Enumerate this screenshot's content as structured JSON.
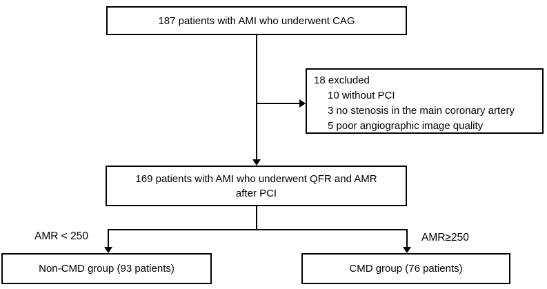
{
  "figure": {
    "type": "patient-flow-diagram",
    "background_color": "#ffffff",
    "line_color": "#000000",
    "nodes": {
      "enrollment": {
        "text": "187 patients with AMI who underwent CAG"
      },
      "excluded": {
        "title": "18 excluded",
        "items": [
          "10 without PCI",
          "3 no stenosis in the main coronary artery",
          "5 poor angiographic image quality"
        ]
      },
      "analyzed": {
        "line1": "169 patients with AMI who underwent QFR and AMR",
        "line2": "after PCI"
      },
      "non_cmd_group": {
        "text": "Non-CMD group (93 patients)"
      },
      "cmd_group": {
        "text": "CMD group (76 patients)"
      }
    },
    "branches": {
      "left_label": "AMR < 250",
      "right_label": "AMR≥250"
    }
  }
}
